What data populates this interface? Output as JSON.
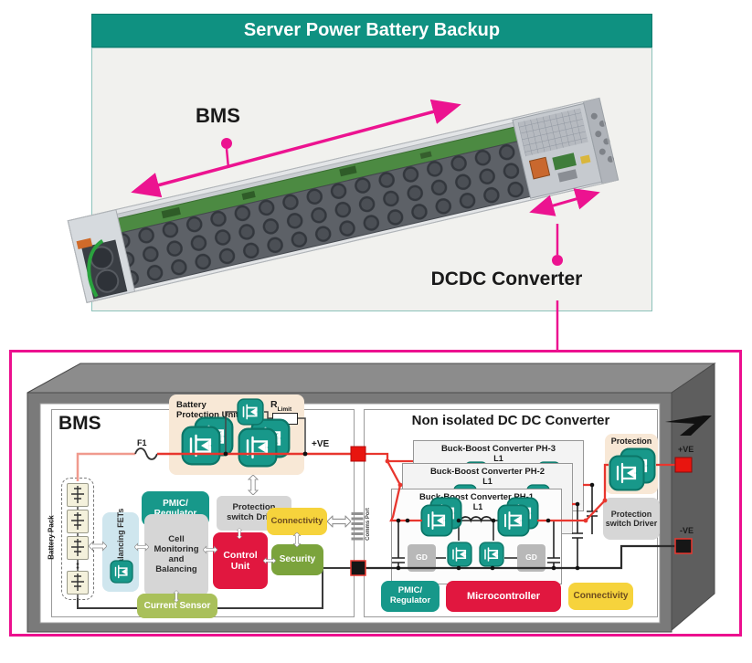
{
  "header": {
    "title": "Server Power Battery Backup"
  },
  "annotations": {
    "bms": "BMS",
    "dcdc": "DCDC Converter"
  },
  "bms": {
    "title": "BMS",
    "battery_pack": "Battery Pack",
    "fuse": "F1",
    "battery_protection_unit": "Battery Protection Unit",
    "r_limit": {
      "base": "R",
      "sub": "Limit"
    },
    "positive": "+VE",
    "pmic": "PMIC/ Regulator",
    "protection_switch_driver": "Protection switch Driver",
    "balancing_fets": "Balancing FETs",
    "cell_monitoring": "Cell Monitoring and Balancing",
    "control_unit": "Control Unit",
    "connectivity": "Connectivity",
    "security": "Security",
    "current_sensor": "Current Sensor",
    "comms_port": "Comms Port"
  },
  "dcdc": {
    "title": "Non isolated DC DC Converter",
    "phases": [
      {
        "label": "Buck-Boost Converter PH-3",
        "inductor": "L1"
      },
      {
        "label": "Buck-Boost Converter PH-2",
        "inductor": "L1"
      },
      {
        "label": "Buck-Boost Converter PH-1",
        "inductor": "L1"
      }
    ],
    "gate_driver": "GD",
    "protection": "Protection",
    "protection_switch_driver": "Protection switch Driver",
    "pmic": "PMIC/ Regulator",
    "microcontroller": "Microcontroller",
    "connectivity": "Connectivity",
    "positive": "+VE",
    "negative": "-VE"
  },
  "icons": {
    "mosfet-icon": "teal rounded square with white MOSFET symbol",
    "battery-cell-icon": "cell with + terminal and plates",
    "fuse-icon": "S-curve wire break",
    "inductor-icon": "three-bump coil",
    "capacitor-icon": "parallel plates",
    "comms-port-icon": "striped edge connector",
    "hook-icon": "black bracket hook",
    "double-arrow-icon": "white outlined double-headed block arrow"
  },
  "colors": {
    "header_teal": "#0f9181",
    "teal": "#17988a",
    "red_box": "#e1173f",
    "yellow": "#f6d33c",
    "olive": "#7ba33c",
    "lime": "#a9c05a",
    "beige": "#f8e8d6",
    "light_blue": "#cfe6ee",
    "gray_box": "#d6d6d6",
    "wire_red": "#e8362e",
    "pink": "#ec0f8e",
    "chassis_gray": "#7a7a7a"
  }
}
